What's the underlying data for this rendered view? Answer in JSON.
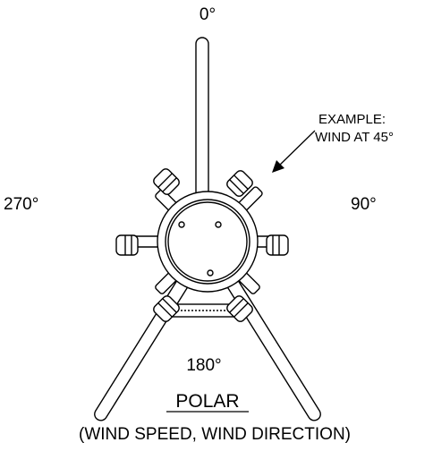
{
  "directions": {
    "north": "0°",
    "east": "90°",
    "south": "180°",
    "west": "270°"
  },
  "example_note": {
    "line1": "EXAMPLE:",
    "line2": "WIND AT 45°"
  },
  "caption": {
    "title": "POLAR",
    "subtitle": "(WIND SPEED, WIND DIRECTION)"
  }
}
